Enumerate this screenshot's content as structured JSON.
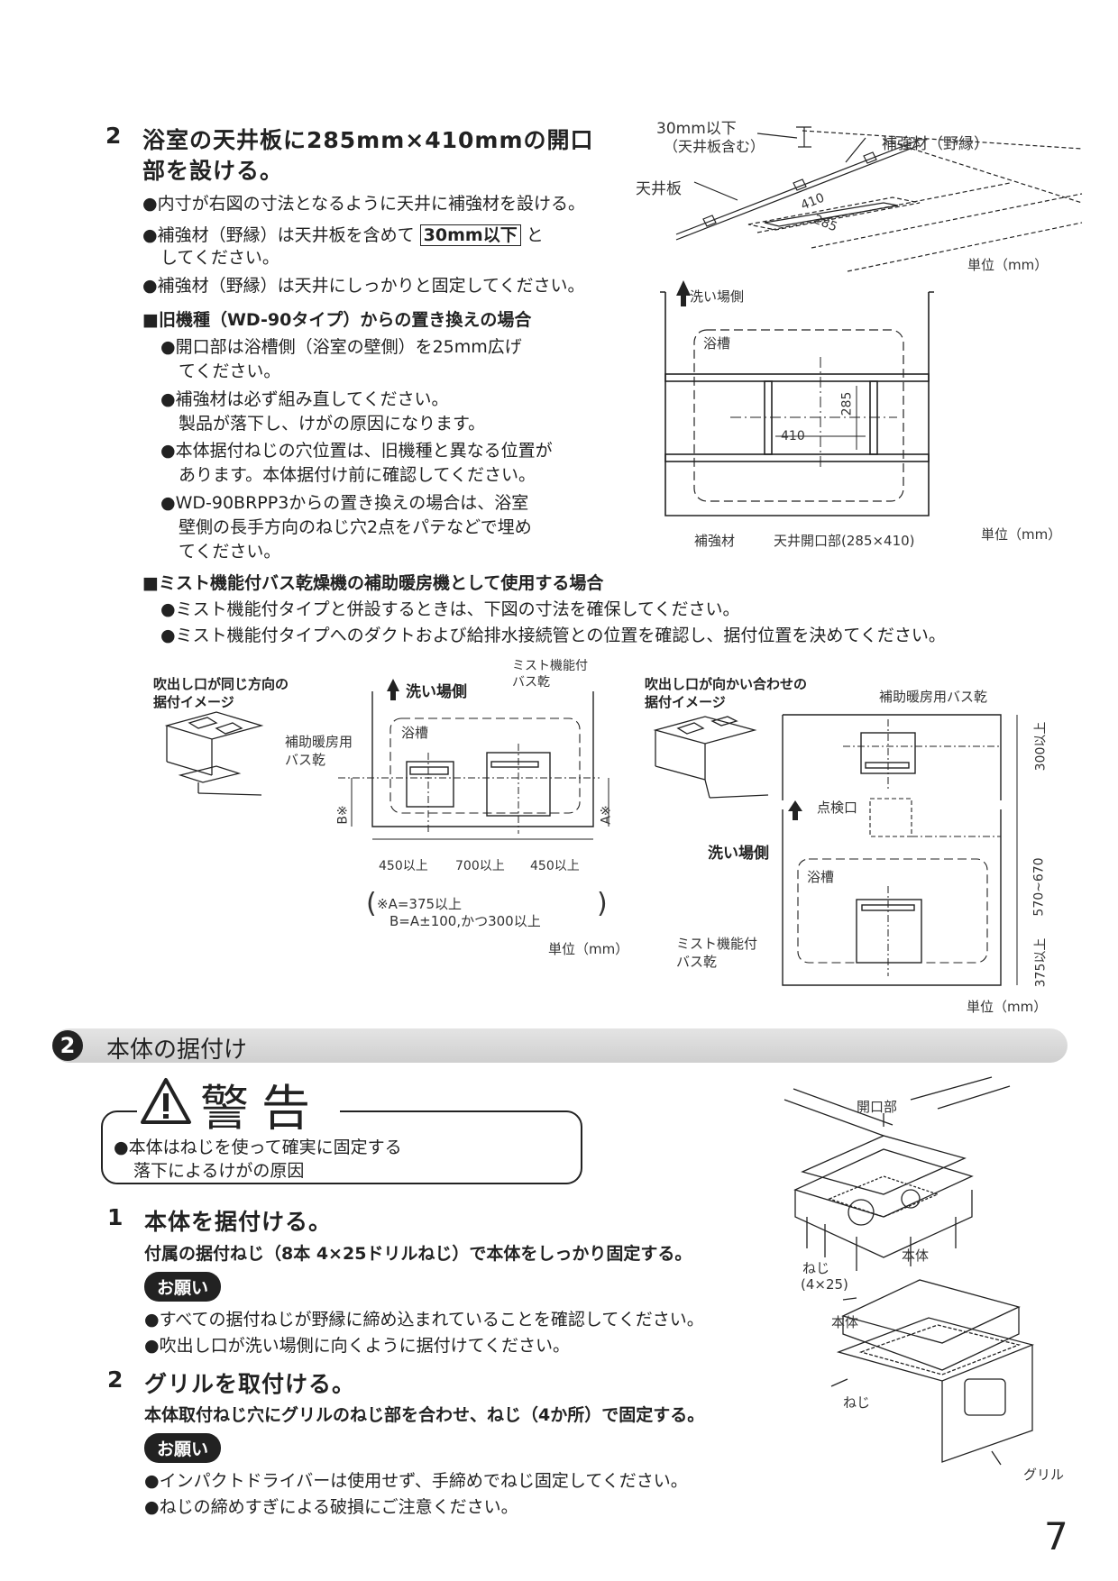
{
  "step2": {
    "num": "2",
    "title_l1": "浴室の天井板に285mm×410mmの開口",
    "title_l2": "部を設ける。",
    "b1": "内寸が右図の寸法となるように天井に補強材を設ける。",
    "b2a": "補強材（野縁）は天井板を含めて",
    "b2box": "30mm以下",
    "b2b": "と",
    "b2c": "してください。",
    "b3": "補強材（野縁）は天井にしっかりと固定してください。"
  },
  "old": {
    "heading": "■旧機種（WD-90タイプ）からの置き換えの場合",
    "b1a": "開口部は浴槽側（浴室の壁側）を25mm広げ",
    "b1b": "てください。",
    "b2a": "補強材は必ず組み直してください。",
    "b2b": "製品が落下し、けがの原因になります。",
    "b3a": "本体据付ねじの穴位置は、旧機種と異なる位置が",
    "b3b": "あります。本体据付け前に確認してください。",
    "b4a": "WD-90BRPP3からの置き換えの場合は、浴室",
    "b4b": "壁側の長手方向のねじ穴2点をパテなどで埋め",
    "b4c": "てください。"
  },
  "mist": {
    "heading": "■ミスト機能付バス乾燥機の補助暖房機として使用する場合",
    "b1": "ミスト機能付タイプと併設するときは、下図の寸法を確保してください。",
    "b2": "ミスト機能付タイプへのダクトおよび給排水接続管との位置を確認し、据付位置を決めてください。"
  },
  "fig1": {
    "lbl_30mm_a": "30mm以下",
    "lbl_30mm_b": "（天井板含む）",
    "lbl_nobuchi": "補強材（野縁）",
    "lbl_tenjo": "天井板",
    "dim_410": "410",
    "dim_285": "285",
    "unit": "単位（mm）"
  },
  "fig2": {
    "wash": "洗い場側",
    "yokuso": "浴槽",
    "dim_285": "285",
    "dim_410": "410",
    "lbl_hokyo": "補強材",
    "lbl_kaiko": "天井開口部(285×410)",
    "unit": "単位（mm）"
  },
  "fig3": {
    "title_a": "吹出し口が同じ方向の",
    "title_b": "据付イメージ",
    "wash": "洗い場側",
    "mist_a": "ミスト機能付",
    "mist_b": "バス乾",
    "aux_a": "補助暖房用",
    "aux_b": "バス乾",
    "yokuso": "浴槽",
    "dim_b": "B※",
    "dim_a": "A※",
    "d1": "450以上",
    "d2": "700以上",
    "d3": "450以上",
    "note_a": "※A=375以上",
    "note_b": "B=A±100,かつ300以上",
    "unit": "単位（mm）"
  },
  "fig4": {
    "title_a": "吹出し口が向かい合わせの",
    "title_b": "据付イメージ",
    "aux": "補助暖房用バス乾",
    "d300": "300以上",
    "tenken": "点検口",
    "wash": "洗い場側",
    "yokuso": "浴槽",
    "d570": "570~670",
    "d375": "375以上",
    "mist_a": "ミスト機能付",
    "mist_b": "バス乾",
    "unit": "単位（mm）"
  },
  "section": {
    "num": "2",
    "title": "本体の据付け"
  },
  "warning": {
    "title": "警告",
    "b1": "本体はねじを使って確実に固定する",
    "b2": "落下によるけがの原因"
  },
  "s1": {
    "num": "1",
    "title": "本体を据付ける。",
    "desc": "付属の据付ねじ（8本 4×25ドリルねじ）で本体をしっかり固定する。",
    "onegai": "お願い",
    "b1": "すべての据付ねじが野縁に締め込まれていることを確認してください。",
    "b2": "吹出し口が洗い場側に向くように据付けてください。"
  },
  "s2": {
    "num": "2",
    "title": "グリルを取付ける。",
    "desc": "本体取付ねじ穴にグリルのねじ部を合わせ、ねじ（4か所）で固定する。",
    "onegai": "お願い",
    "b1": "インパクトドライバーは使用せず、手締めでねじ固定してください。",
    "b2": "ねじの締めすぎによる破損にご注意ください。"
  },
  "fig5": {
    "kaiko": "開口部",
    "hontai": "本体",
    "neji_a": "ねじ",
    "neji_b": "(4×25)",
    "hontai2": "本体",
    "neji2": "ねじ",
    "grill": "グリル"
  },
  "page_number": "7"
}
